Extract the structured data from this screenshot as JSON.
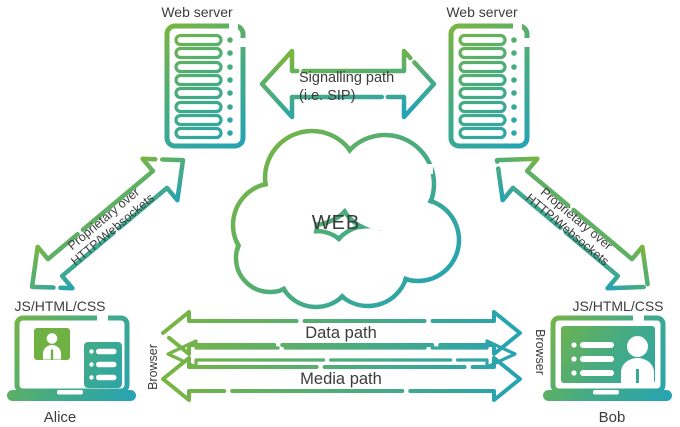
{
  "colors": {
    "gradient_green": "#79b541",
    "gradient_teal": "#25a3b4",
    "label_text": "#3c3c3c"
  },
  "servers": {
    "left": {
      "label": "Web server"
    },
    "right": {
      "label": "Web server"
    }
  },
  "signalling_arrow": {
    "label_line1": "Signalling path",
    "label_line2": "(i.e. SIP)"
  },
  "cloud": {
    "label": "WEB"
  },
  "server_links": {
    "left": {
      "label_line1": "Proprietary over",
      "label_line2": "HTTP/Websockets"
    },
    "right": {
      "label_line1": "Proprietary over",
      "label_line2": "HTTP/Websockets"
    }
  },
  "peers": {
    "alice": {
      "stack_label": "JS/HTML/CSS",
      "browser_label": "Browser",
      "name": "Alice"
    },
    "bob": {
      "stack_label": "JS/HTML/CSS",
      "browser_label": "Browser",
      "name": "Bob"
    }
  },
  "peer_paths": {
    "data_label": "Data path",
    "media_label": "Media path"
  }
}
